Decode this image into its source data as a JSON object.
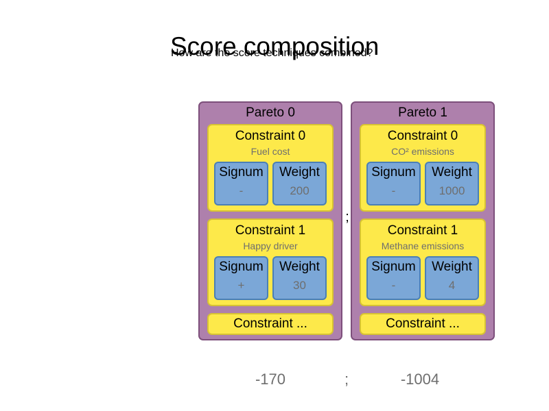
{
  "header": {
    "title": "Score composition",
    "subtitle": "How are the score techniques combined?"
  },
  "separator": {
    "between_panels": ";",
    "between_scores": ";"
  },
  "labels": {
    "signum": "Signum",
    "weight": "Weight",
    "constraint_more": "Constraint ..."
  },
  "colors": {
    "pareto_fill": "#ae80ac",
    "pareto_border": "#7d4f7b",
    "constraint_fill": "#fde94a",
    "constraint_border": "#d6c233",
    "technique_fill": "#7ba7d7",
    "technique_border": "#4a7fb5",
    "value_text": "#6e6e6e",
    "title_text": "#000000",
    "background": "#ffffff"
  },
  "pareto_levels": [
    {
      "title": "Pareto 0",
      "score": "-170",
      "constraints": [
        {
          "title": "Constraint 0",
          "description": "Fuel cost",
          "signum": "-",
          "weight": "200"
        },
        {
          "title": "Constraint 1",
          "description": "Happy driver",
          "signum": "+",
          "weight": "30"
        }
      ],
      "more": "Constraint ..."
    },
    {
      "title": "Pareto 1",
      "score": "-1004",
      "constraints": [
        {
          "title": "Constraint 0",
          "description": "CO² emissions",
          "signum": "-",
          "weight": "1000"
        },
        {
          "title": "Constraint 1",
          "description": "Methane emissions",
          "signum": "-",
          "weight": "4"
        }
      ],
      "more": "Constraint ..."
    }
  ]
}
